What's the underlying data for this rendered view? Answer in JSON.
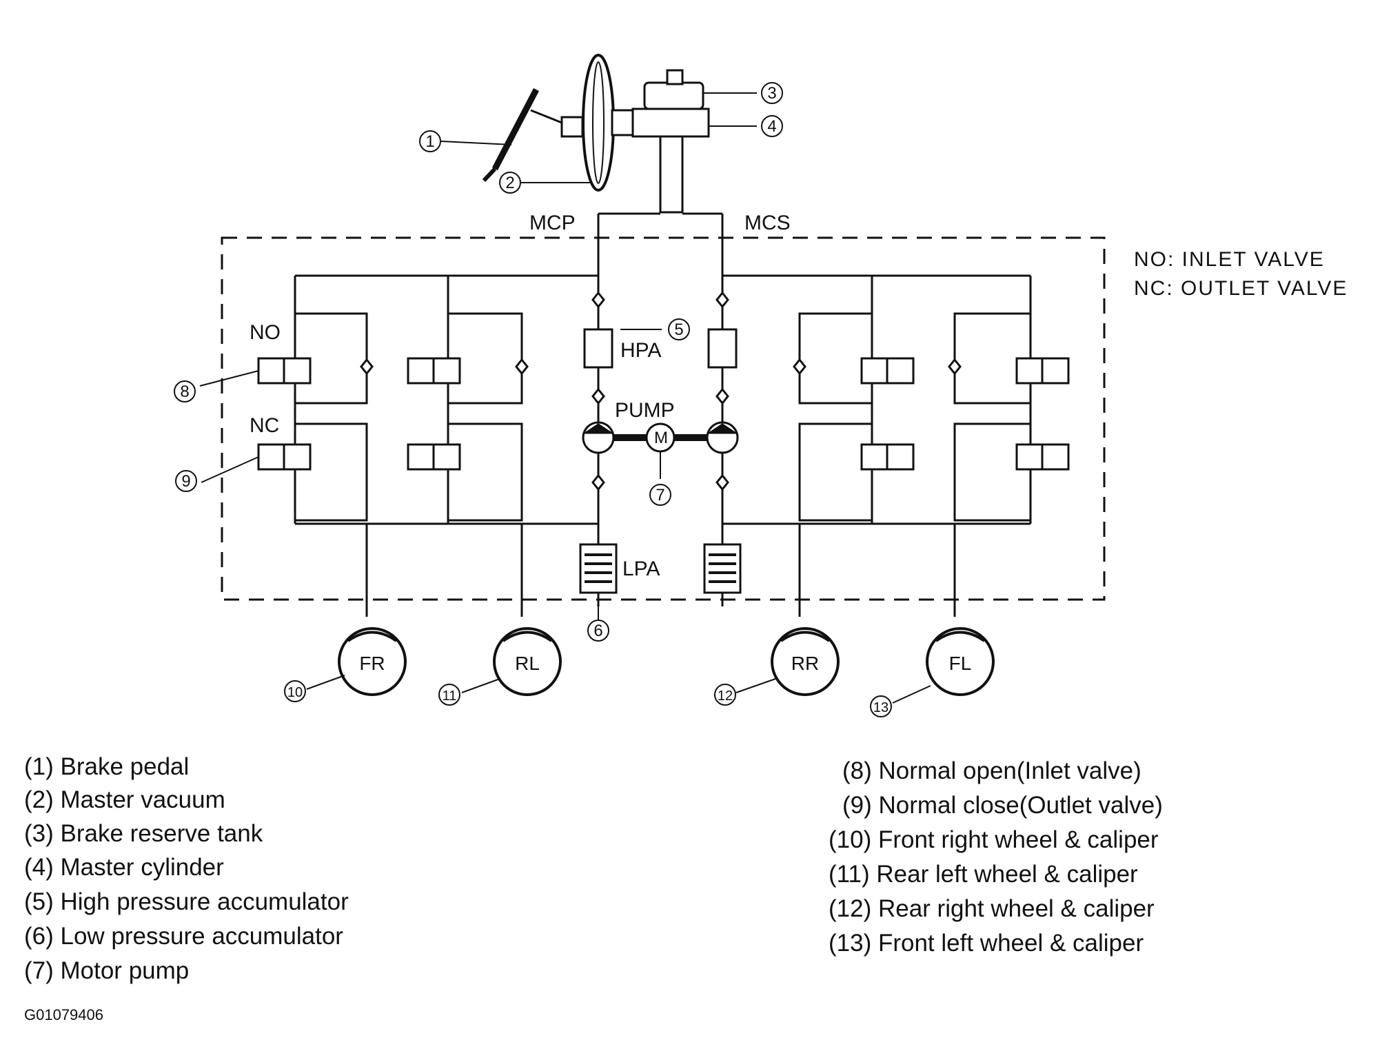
{
  "labels": {
    "mcp": "MCP",
    "mcs": "MCS",
    "hpa": "HPA",
    "pump": "PUMP",
    "lpa": "LPA",
    "no": "NO",
    "nc": "NC",
    "motor": "M"
  },
  "annotation": {
    "no_line": "NO: INLET VALVE",
    "nc_line": "NC: OUTLET VALVE"
  },
  "callouts": [
    "1",
    "2",
    "3",
    "4",
    "5",
    "6",
    "7",
    "8",
    "9",
    "10",
    "11",
    "12",
    "13"
  ],
  "wheels": [
    "FR",
    "RL",
    "RR",
    "FL"
  ],
  "legend": {
    "left": [
      "(1) Brake pedal",
      "(2) Master vacuum",
      "(3) Brake reserve tank",
      "(4) Master cylinder",
      "(5) High pressure accumulator",
      "(6) Low pressure accumulator",
      "(7) Motor pump"
    ],
    "right": [
      "(8) Normal open(Inlet valve)",
      "(9) Normal close(Outlet valve)",
      "(10) Front right wheel & caliper",
      "(11) Rear left wheel & caliper",
      "(12) Rear right wheel & caliper",
      "(13) Front left wheel & caliper"
    ]
  },
  "figure_code": "G01079406"
}
